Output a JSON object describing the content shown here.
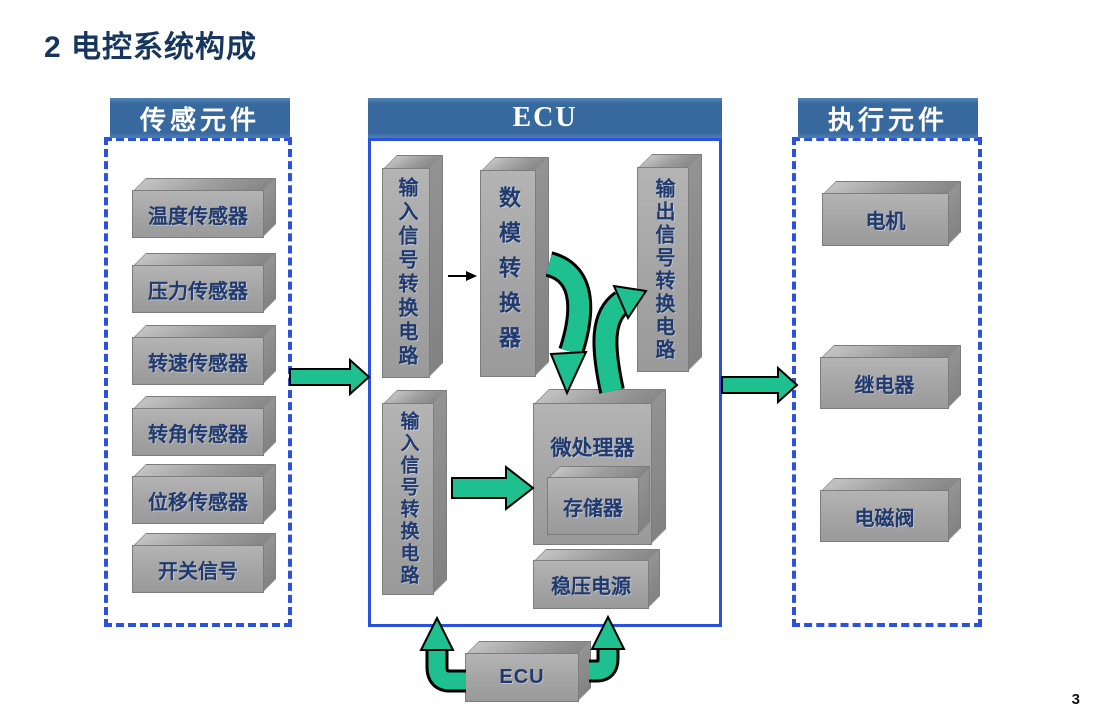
{
  "slide": {
    "title": "2 电控系统构成",
    "page_number": "3"
  },
  "colors": {
    "header_blue": "#38699e",
    "border_blue": "#2b52de",
    "arrow_green": "#1ec08f",
    "title_navy": "#17365d",
    "label_navy": "#1f3a70",
    "box_gray": "#a6a6a6"
  },
  "sensors_panel": {
    "header": "传感元件",
    "items": [
      "温度传感器",
      "压力传感器",
      "转速传感器",
      "转角传感器",
      "位移传感器",
      "开关信号"
    ]
  },
  "ecu_panel": {
    "header": "ECU",
    "input_circuit_top": "输入信号转换电路",
    "da_converter": "数模转换器",
    "output_circuit": "输出信号转换电路",
    "input_circuit_bottom": "输入信号转换电路",
    "microprocessor": "微处理器",
    "memory": "存储器",
    "power_supply": "稳压电源",
    "ecu_bottom_box": "ECU"
  },
  "actuators_panel": {
    "header": "执行元件",
    "items": [
      "电机",
      "继电器",
      "电磁阀"
    ]
  }
}
